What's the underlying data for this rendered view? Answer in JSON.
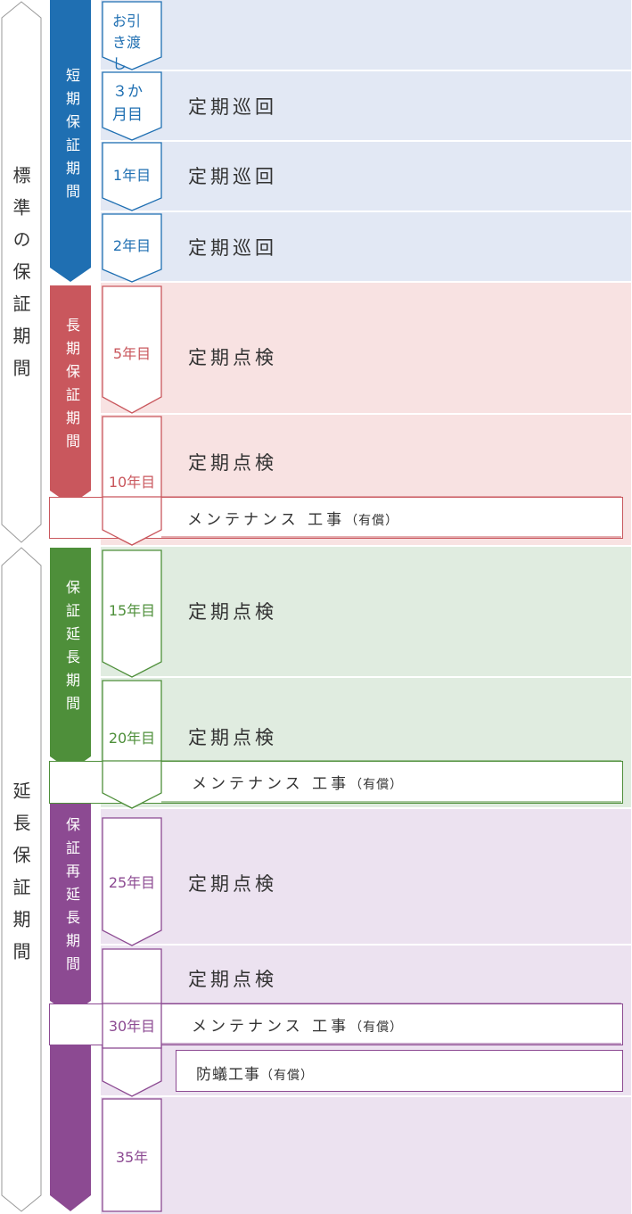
{
  "outer_labels": {
    "standard": "標準の保証期間",
    "extended": "延長保証期間"
  },
  "periods": {
    "short": "短期保証期間",
    "long": "長期保証期間",
    "extension": "保証延長期間",
    "re_extension": "保証再延長期間"
  },
  "milestones": {
    "handover": "お引き渡し",
    "m3": "３か月目",
    "y1": "1年目",
    "y2": "2年目",
    "y5": "5年目",
    "y10": "10年目",
    "y15": "15年目",
    "y20": "20年目",
    "y25": "25年目",
    "y30": "30年目",
    "y35": "35年"
  },
  "tasks": {
    "patrol": "定期巡回",
    "inspection": "定期点検",
    "maintenance": "メンテナンス 工事",
    "paid": "（有償）",
    "termite": "防蟻工事",
    "paid2": "（有償）"
  },
  "colors": {
    "blue": "#1f6fb2",
    "blue_bg": "#e2e8f4",
    "red": "#c9575d",
    "red_bg": "#f8e2e2",
    "green": "#4e8f3a",
    "green_bg": "#e0ece0",
    "purple": "#8c4a92",
    "purple_bg": "#ece2f0"
  }
}
